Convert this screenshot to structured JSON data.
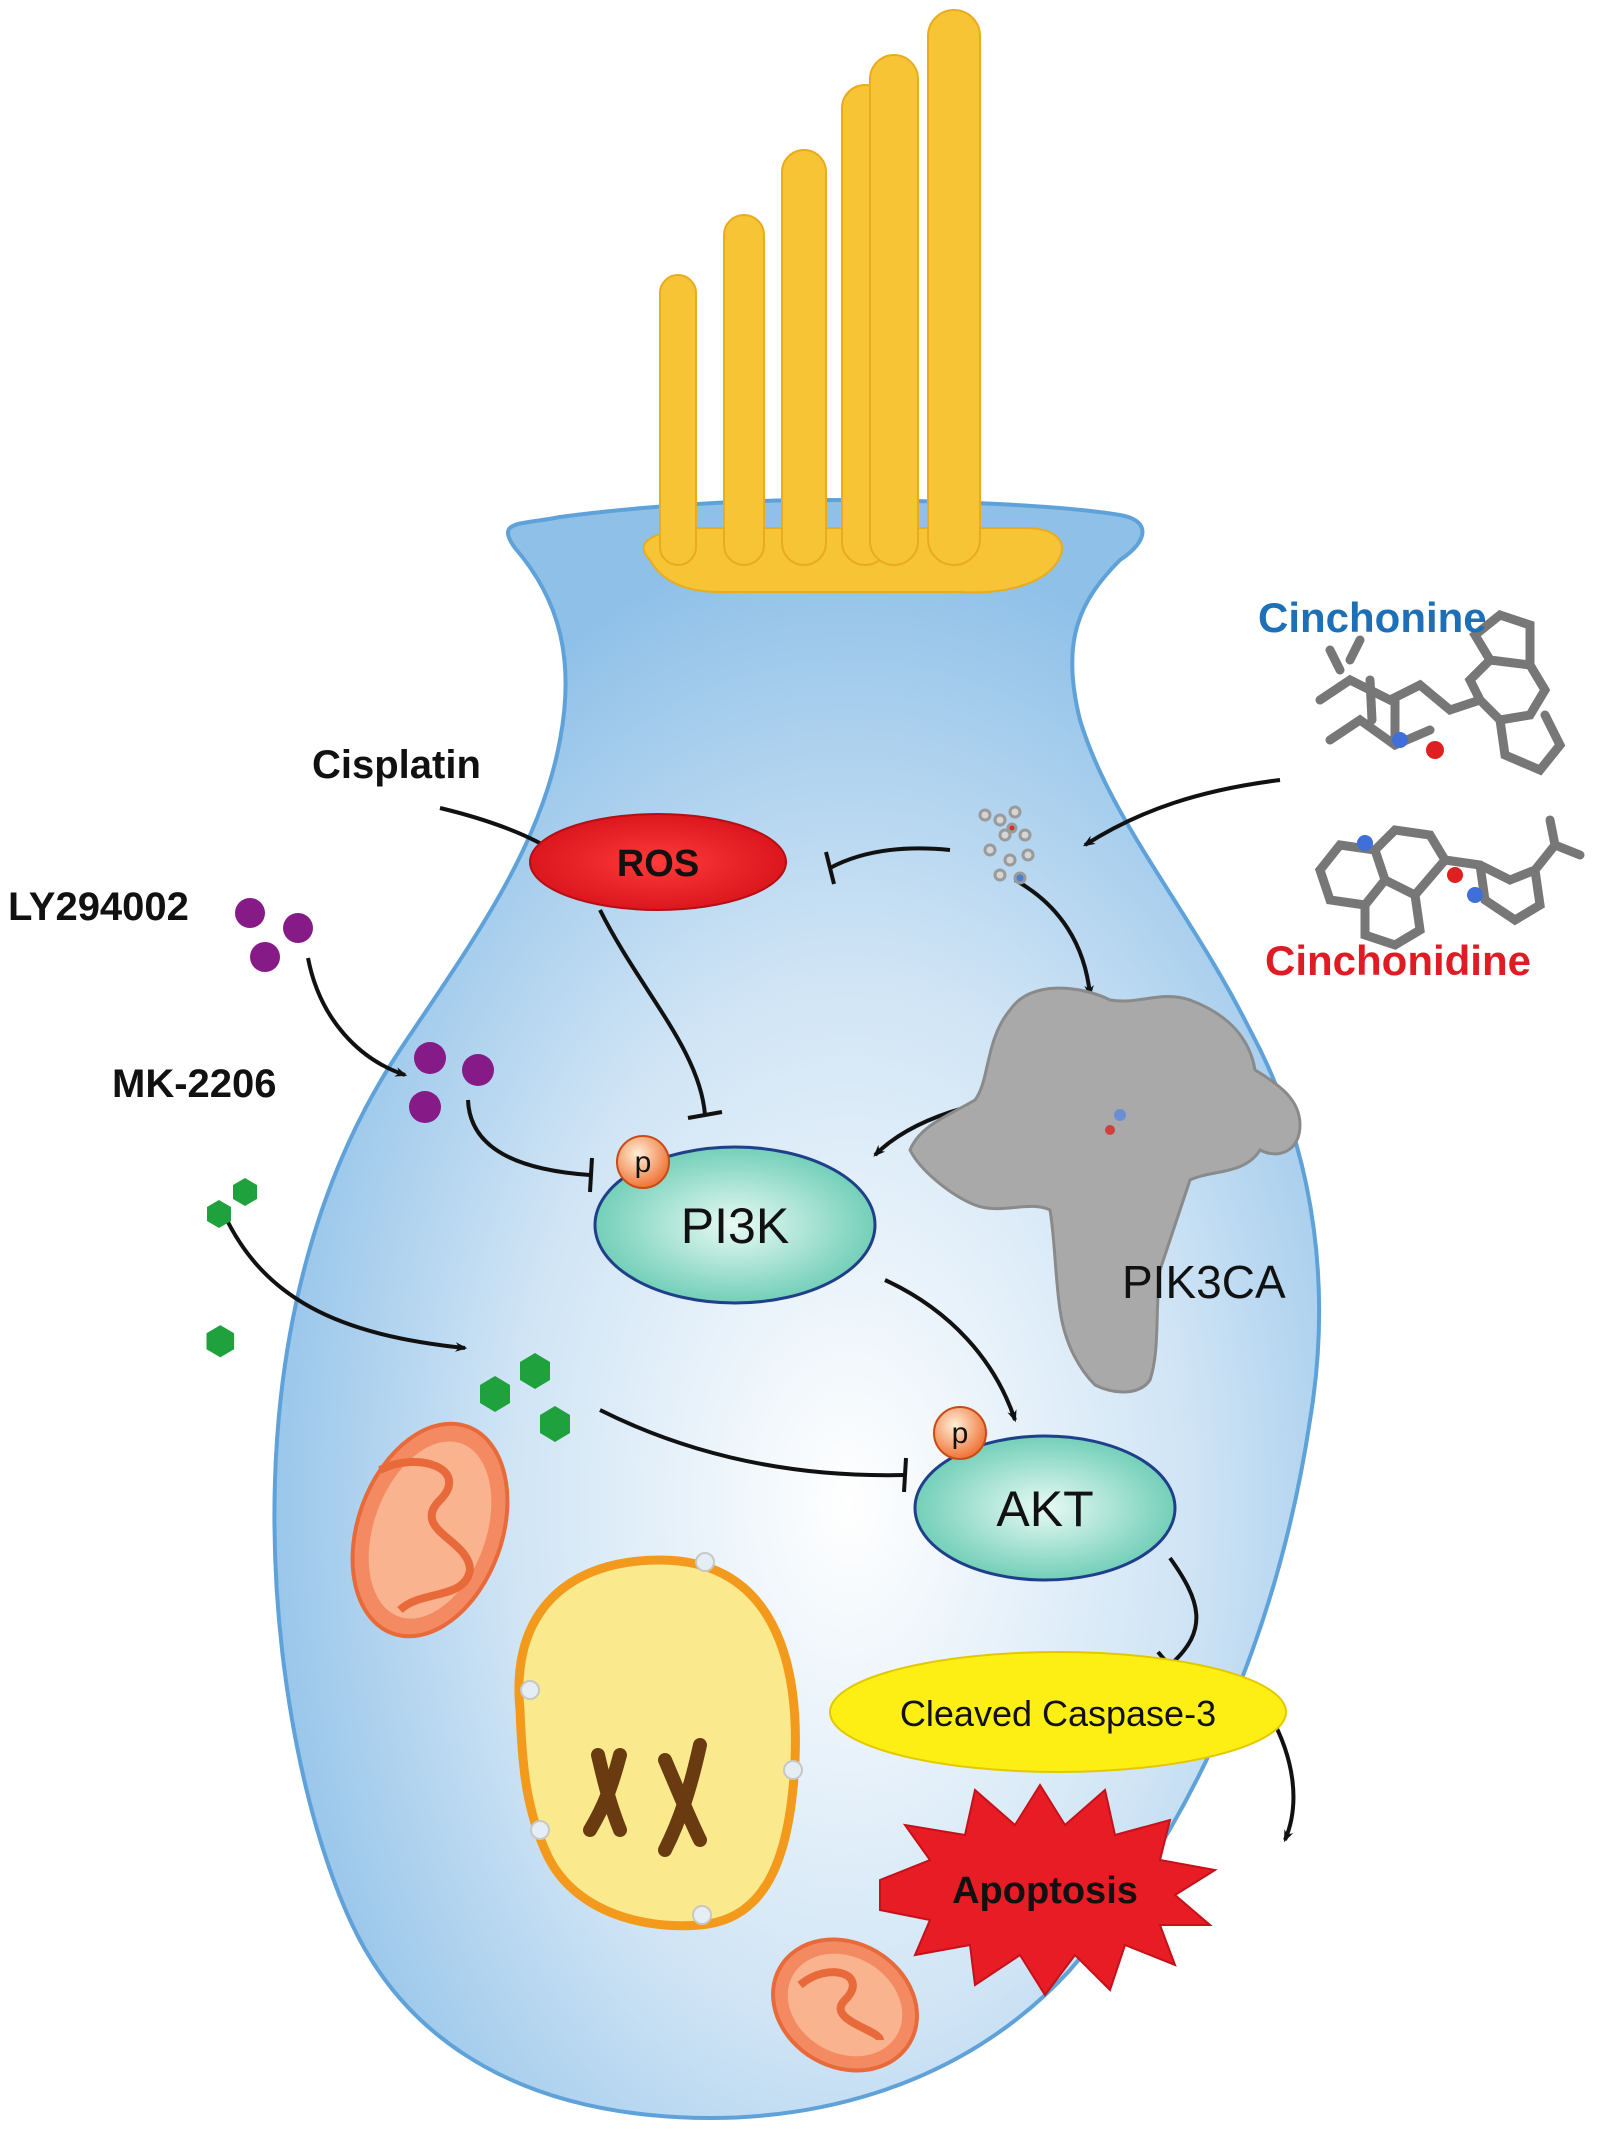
{
  "labels": {
    "cinchonine": "Cinchonine",
    "cinchonidine": "Cinchonidine",
    "cisplatin": "Cisplatin",
    "ros": "ROS",
    "ly294002": "LY294002",
    "mk2206": "MK-2206",
    "phospho_pi3k": "p",
    "pi3k": "PI3K",
    "pik3ca": "PIK3CA",
    "phospho_akt": "p",
    "akt": "AKT",
    "caspase": "Cleaved Caspase-3",
    "apoptosis": "Apoptosis"
  },
  "colors": {
    "cell_fill": "#9fc8ea",
    "cell_stroke": "#5fa2d9",
    "stereocilia": "#f7c435",
    "ros": "#e3121b",
    "pi3k_akt": "#6fcfb8",
    "phospho": "#f08848",
    "caspase": "#fdee14",
    "apoptosis": "#e81c25",
    "cinchonine_text": "#1d6fb8",
    "cinchonidine_text": "#e01b24",
    "ly_dots": "#861a87",
    "mk_hex": "#1fa23d",
    "protein": "#a7a7a7",
    "mito": "#f48a62",
    "nucleus": "#fbe98e"
  },
  "icons": [
    "stereocilia-bundle",
    "molecule-3d",
    "protein-surface",
    "mitochondrion",
    "nucleus",
    "chromosome"
  ]
}
